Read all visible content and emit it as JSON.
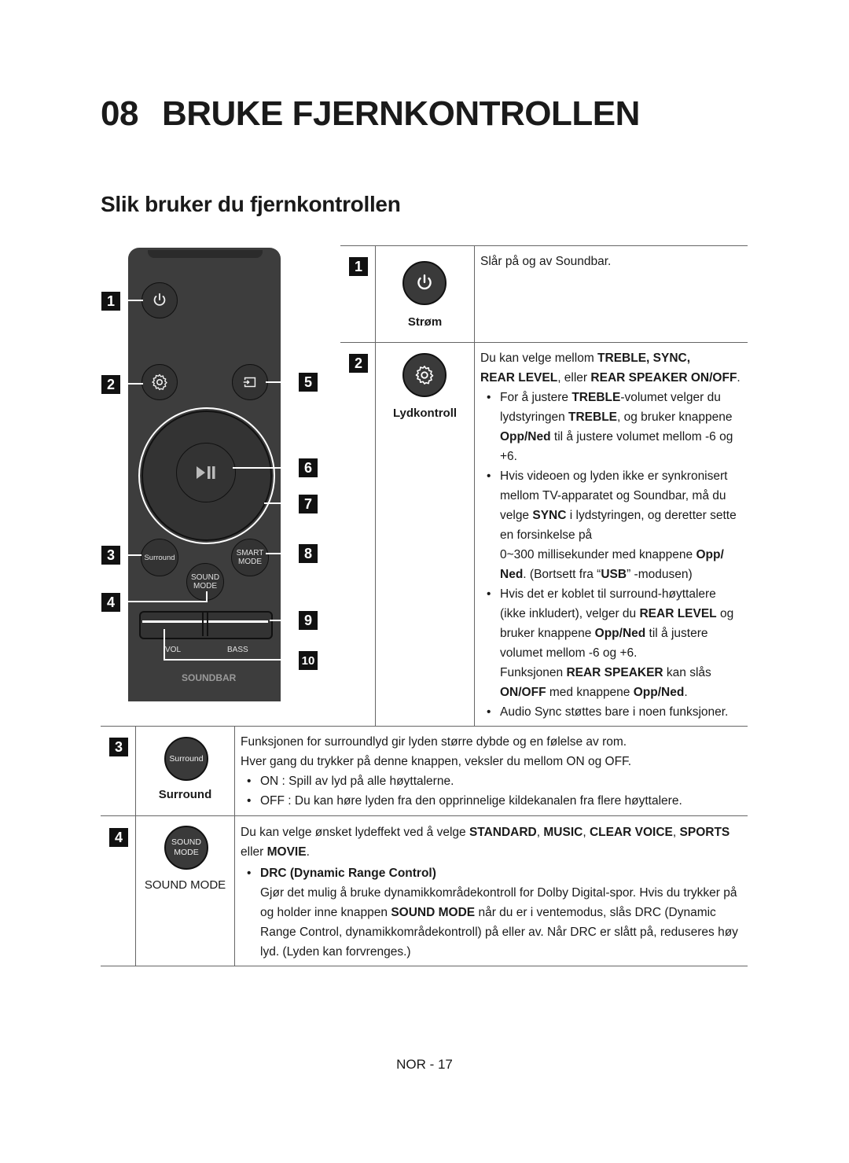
{
  "chapter": {
    "number": "08",
    "title": "BRUKE FJERNKONTROLLEN"
  },
  "section_title": "Slik bruker du fjernkontrollen",
  "remote": {
    "labels": {
      "surround": "Surround",
      "smart": "SMART",
      "mode": "MODE",
      "sound": "SOUND",
      "vol": "VOL",
      "bass": "BASS",
      "brand": "SOUNDBAR"
    },
    "callouts": [
      "1",
      "2",
      "3",
      "4",
      "5",
      "6",
      "7",
      "8",
      "9",
      "10"
    ]
  },
  "rows": [
    {
      "num": "1",
      "icon": "power-icon",
      "label": "Strøm",
      "text": "Slår på og av Soundbar."
    },
    {
      "num": "2",
      "icon": "gear-icon",
      "label": "Lydkontroll",
      "intro_a": "Du kan velge mellom ",
      "intro_b": "TREBLE, SYNC,",
      "intro_c": "REAR LEVEL",
      "intro_d": ", eller ",
      "intro_e": "REAR SPEAKER ON/OFF",
      "intro_f": ".",
      "b1": [
        "For å justere ",
        "TREBLE",
        "-volumet velger du lydstyringen ",
        "TREBLE",
        ", og bruker knappene ",
        "Opp/Ned",
        " til å justere volumet mellom -6 og +6."
      ],
      "b2": [
        "Hvis videoen og lyden ikke er synkronisert mellom TV-apparatet og Soundbar, må du velge ",
        "SYNC",
        " i lydstyringen, og deretter sette en forsinkelse på"
      ],
      "b2_cont": [
        "0~300 millisekunder med knappene ",
        "Opp/ Ned",
        ". (Bortsett fra “",
        "USB",
        "” -modusen)"
      ],
      "b3": [
        "Hvis det er koblet til surround-høyttalere (ikke inkludert), velger du ",
        "REAR LEVEL",
        " og bruker knappene ",
        "Opp/Ned",
        " til å justere volumet mellom -6 og +6."
      ],
      "b3_cont": [
        "Funksjonen ",
        "REAR SPEAKER",
        " kan slås ",
        "ON/OFF",
        " med knappene ",
        "Opp/Ned",
        "."
      ],
      "b4": "Audio Sync støttes bare i noen funksjoner."
    },
    {
      "num": "3",
      "icon_label": "Surround",
      "label": "Surround",
      "line1": "Funksjonen for surroundlyd gir lyden større dybde og en følelse av rom.",
      "line2": "Hver gang du trykker på denne knappen, veksler du mellom ON og OFF.",
      "b1": "ON : Spill av lyd på alle høyttalerne.",
      "b2": "OFF : Du kan høre lyden fra den opprinnelige kildekanalen fra flere høyttalere."
    },
    {
      "num": "4",
      "icon_label_1": "SOUND",
      "icon_label_2": "MODE",
      "label": "SOUND MODE",
      "intro": [
        "Du kan velge ønsket lydeffekt ved å velge ",
        "STANDARD",
        ", ",
        "MUSIC",
        ", ",
        "CLEAR VOICE",
        ", ",
        "SPORTS",
        " eller ",
        "MOVIE",
        "."
      ],
      "b1_title": "DRC (Dynamic Range Control)",
      "b1_text": [
        "Gjør det mulig å bruke dynamikkområdekontroll for Dolby Digital-spor. Hvis du trykker på og holder inne knappen ",
        "SOUND MODE",
        " når du er i ventemodus, slås DRC (Dynamic Range Control, dynamikkområdekontroll) på eller av. Når DRC er slått på, reduseres høy lyd. (Lyden kan forvrenges.)"
      ]
    }
  ],
  "page_number": "NOR - 17"
}
